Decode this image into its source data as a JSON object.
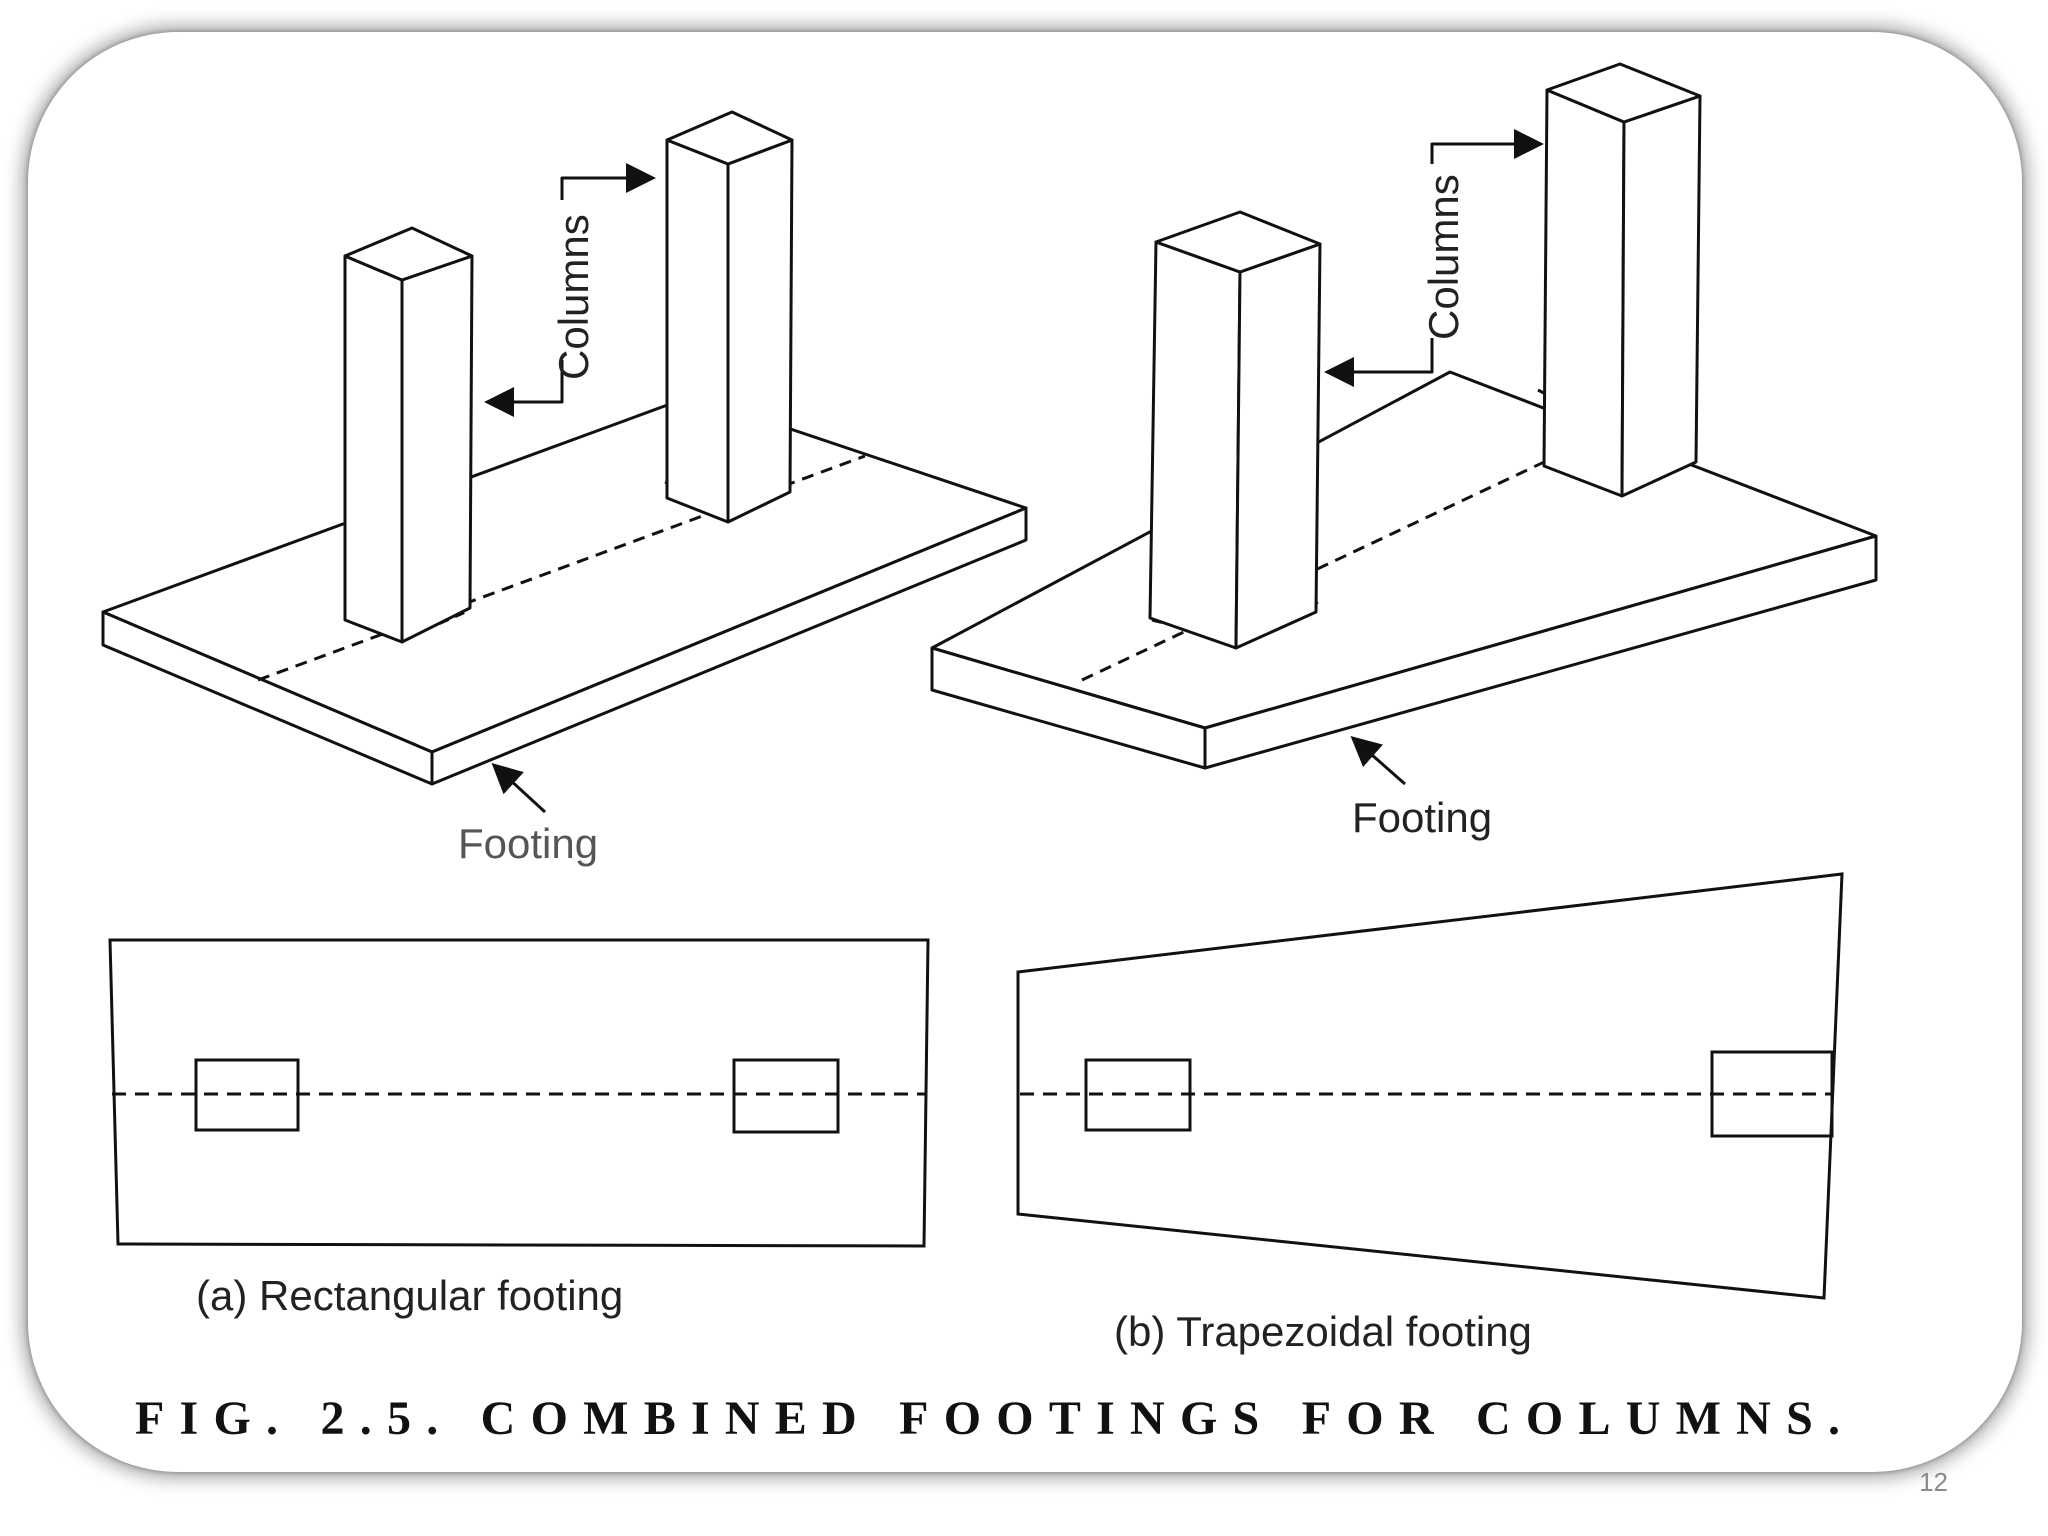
{
  "figure": {
    "panel_a": {
      "columns_label": "Columns",
      "footing_label": "Footing",
      "caption": "(a) Rectangular footing"
    },
    "panel_b": {
      "columns_label": "Columns",
      "footing_label": "Footing",
      "caption": "(b) Trapezoidal footing"
    },
    "title": "FIG. 2.5. COMBINED FOOTINGS FOR COLUMNS."
  },
  "slide_number": "12"
}
